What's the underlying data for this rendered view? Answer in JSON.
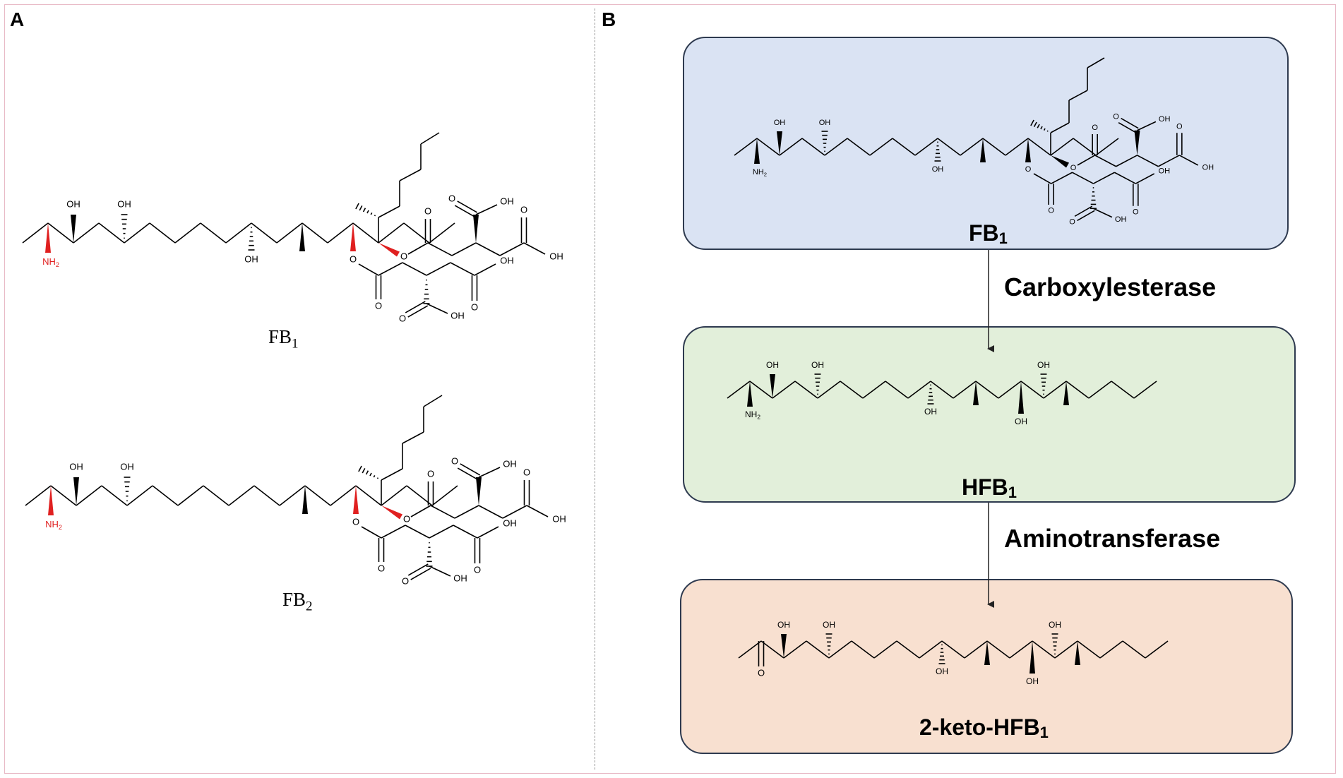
{
  "panels": {
    "a": {
      "letter": "A"
    },
    "b": {
      "letter": "B"
    }
  },
  "panel_a": {
    "molecules": [
      {
        "base": "FB",
        "subscript": "1"
      },
      {
        "base": "FB",
        "subscript": "2"
      }
    ]
  },
  "panel_b": {
    "steps": [
      {
        "base": "FB",
        "subscript": "1",
        "prefix": ""
      },
      {
        "base": "HFB",
        "subscript": "1",
        "prefix": ""
      },
      {
        "base": "HFB",
        "subscript": "1",
        "prefix": "2-keto-"
      }
    ],
    "enzymes": [
      "Carboxylesterase",
      "Aminotransferase"
    ]
  },
  "atoms": {
    "hydroxyl": "OH",
    "amine": "NH",
    "amine_sub": "2",
    "oxygen": "O"
  },
  "colors": {
    "box_fb1": "#dae3f3",
    "box_hfb1": "#e2efda",
    "box_keto": "#f8e0d0",
    "box_border": "#2e3a4f",
    "frame": "#e8b9c6",
    "amine": "#e02020",
    "bond": "#000000"
  }
}
